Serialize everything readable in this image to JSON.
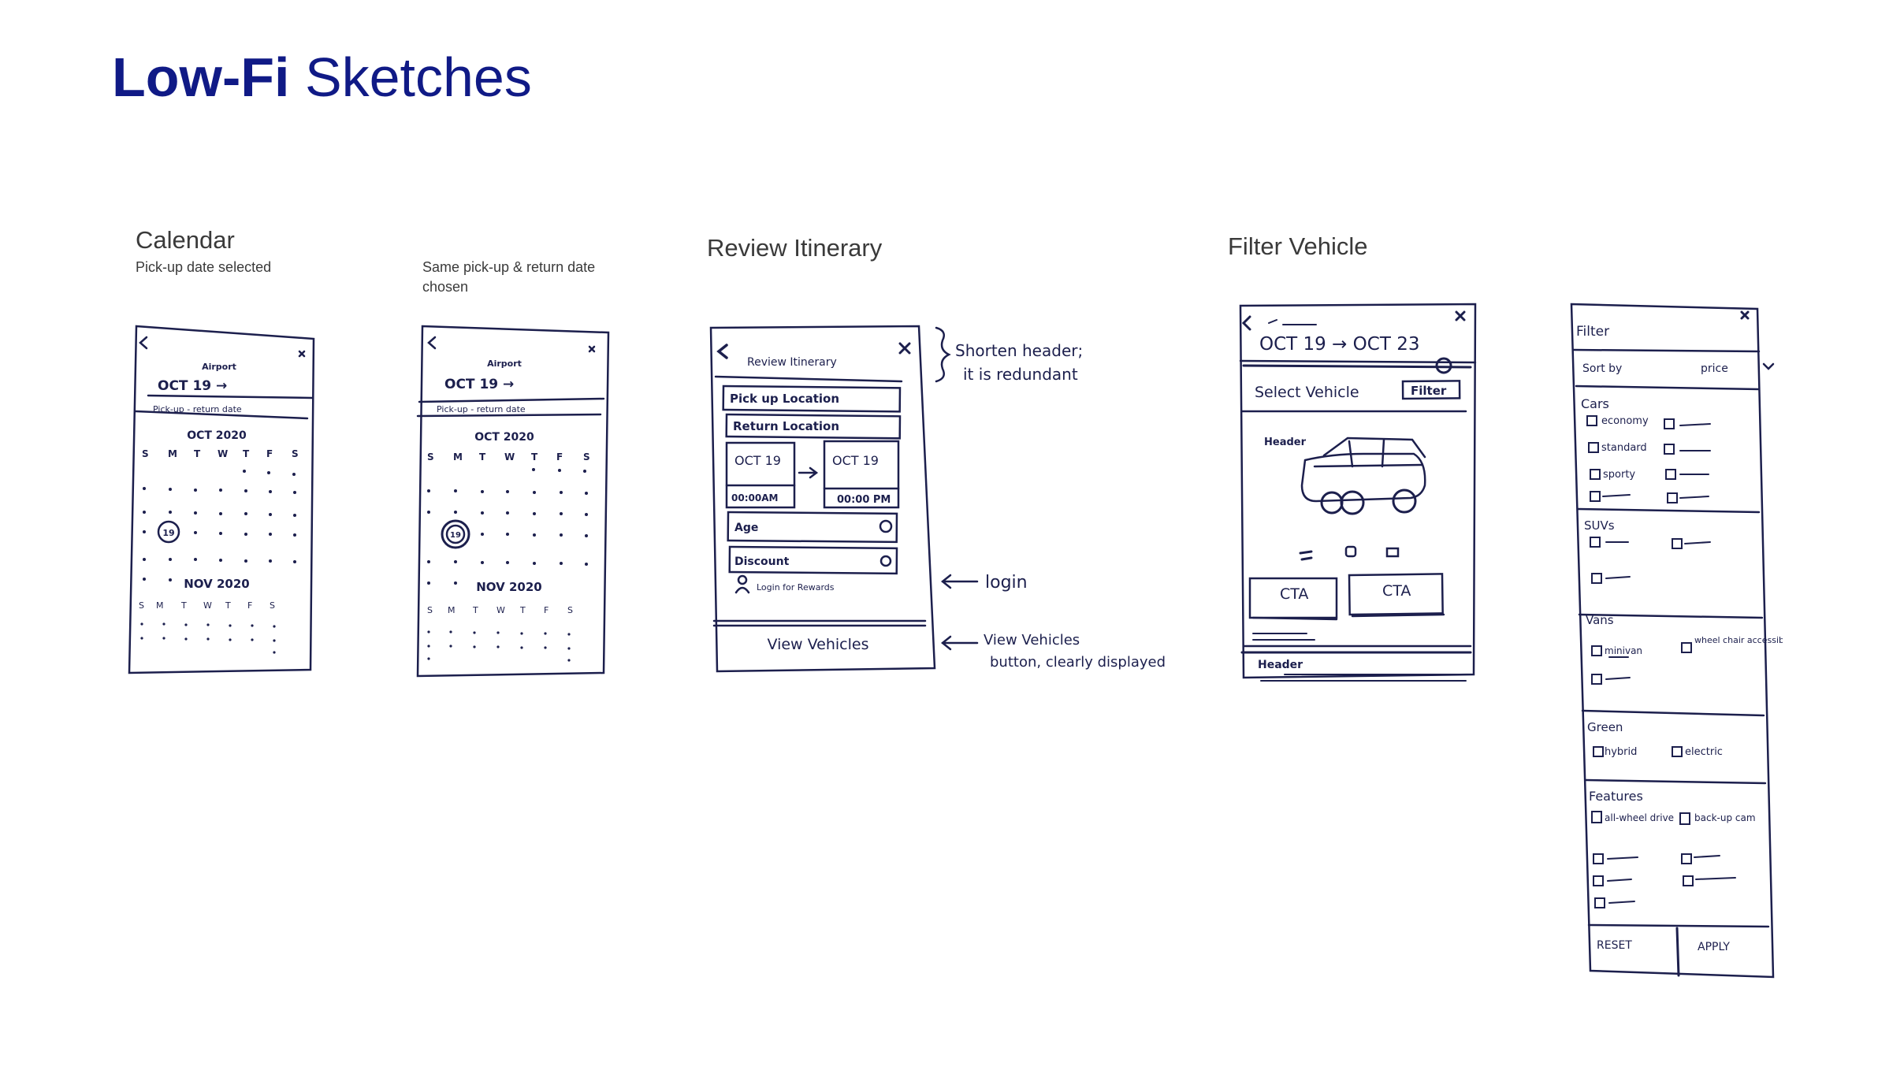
{
  "page": {
    "title_bold": "Low-Fi",
    "title_rest": "Sketches"
  },
  "sections": {
    "calendar": {
      "title": "Calendar",
      "sub1": "Pick-up date selected",
      "sub2": "Same pick-up & return date chosen"
    },
    "review": {
      "title": "Review Itinerary"
    },
    "filter": {
      "title": "Filter Vehicle"
    }
  },
  "calendar1": {
    "location": "Airport",
    "date": "OCT 19 →",
    "subhead": "Pick-up - return date",
    "month1": "OCT 2020",
    "weekdays": [
      "S",
      "M",
      "T",
      "W",
      "T",
      "F",
      "S"
    ],
    "selected": "19",
    "month2": "NOV 2020"
  },
  "calendar2": {
    "location": "Airport",
    "date": "OCT 19 →",
    "subhead": "Pick-up - return date",
    "month1": "OCT 2020",
    "weekdays": [
      "S",
      "M",
      "T",
      "W",
      "T",
      "F",
      "S"
    ],
    "selected": "19",
    "month2": "NOV 2020"
  },
  "review_sketch": {
    "header": "Review Itinerary",
    "pickup": "Pick up Location",
    "return": "Return Location",
    "date_from": "OCT 19",
    "time_from": "00:00AM",
    "date_to": "OCT 19",
    "time_to": "00:00 PM",
    "age": "Age",
    "discount": "Discount",
    "login": "Login for Rewards",
    "button": "View Vehicles"
  },
  "annotations": {
    "header_note_1": "Shorten header;",
    "header_note_2": "it is redundant",
    "login_note": "login",
    "button_note_1": "View Vehicles",
    "button_note_2": "button, clearly displayed"
  },
  "vehicle_sketch": {
    "dates": "OCT 19 → OCT 23",
    "title": "Select Vehicle",
    "filter": "Filter",
    "heading": "Header",
    "cta1": "CTA",
    "cta2": "CTA",
    "footer_heading": "Header"
  },
  "filter_sketch": {
    "title": "Filter",
    "sort_label": "Sort by",
    "sort_value": "price",
    "cars_heading": "Cars",
    "cars": [
      "economy",
      "standard",
      "sporty"
    ],
    "suvs_heading": "SUVs",
    "vans_heading": "Vans",
    "vans": [
      "minivan",
      "wheel chair accessible"
    ],
    "green_heading": "Green",
    "green": [
      "hybrid",
      "electric"
    ],
    "features_heading": "Features",
    "features": [
      "all-wheel drive",
      "back-up cam"
    ],
    "reset": "RESET",
    "apply": "APPLY"
  }
}
